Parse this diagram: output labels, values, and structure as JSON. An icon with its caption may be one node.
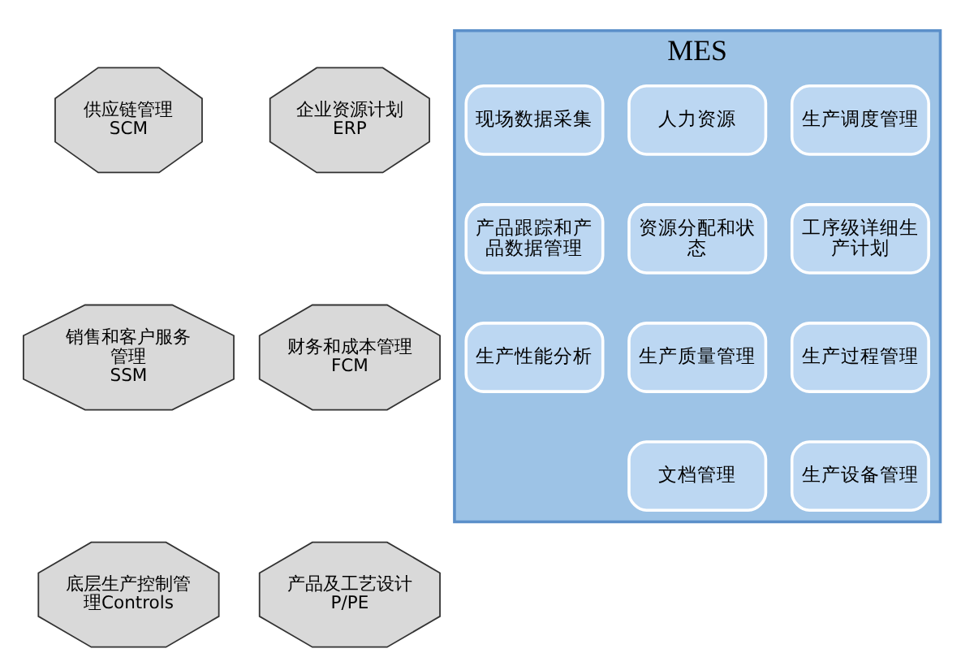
{
  "diagram": {
    "nodes": [
      {
        "text": [
          "MES"
        ]
      },
      {
        "text": [
          "供应链管理",
          "SCM"
        ]
      },
      {
        "text": [
          "企业资源计划",
          "ERP"
        ]
      },
      {
        "text": [
          "生产调度管理"
        ],
        "in": 0
      },
      {
        "text": [
          "人力资源"
        ],
        "in": 0
      },
      {
        "text": [
          "现场数据采集"
        ],
        "in": 0
      },
      {
        "text": [
          "销售和客户服务管理",
          "SSM"
        ]
      },
      {
        "text": [
          "工序级详细生产计划"
        ],
        "in": 0
      },
      {
        "text": [
          "资源分配和状态"
        ],
        "in": 0
      },
      {
        "text": [
          "产品跟踪和产品数据管理"
        ],
        "in": 0
      },
      {
        "text": [
          "财务和成本管理",
          "FCM"
        ]
      },
      {
        "text": [
          "生产过程管理"
        ],
        "in": 0
      },
      {
        "text": [
          "生产质量管理"
        ],
        "in": 0
      },
      {
        "text": [
          "生产性能分析"
        ],
        "in": 0
      },
      {
        "text": [
          "底层生产控制管理Controls"
        ]
      },
      {
        "text": [
          "生产设备管理"
        ],
        "in": 0
      },
      {
        "text": [
          "文档管理"
        ],
        "in": 0
      },
      {
        "text": [
          "产品及工艺设计",
          "P/PE"
        ]
      }
    ],
    "edges": []
  }
}
